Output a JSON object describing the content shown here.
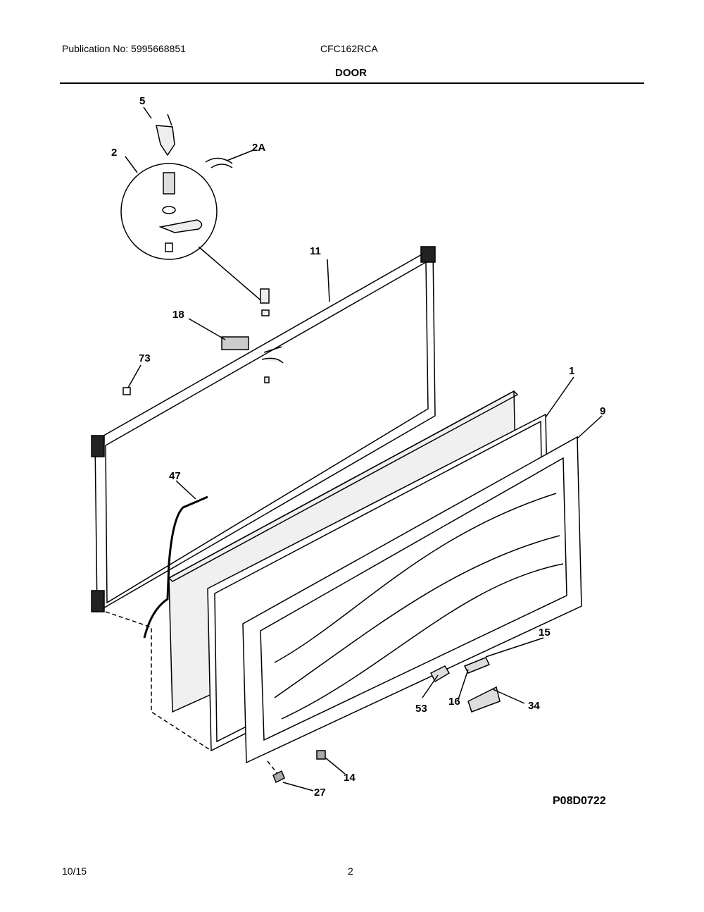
{
  "header": {
    "publication": "Publication No: 5995668851",
    "model": "CFC162RCA",
    "section_title": "DOOR"
  },
  "diagram": {
    "code": "P08D0722",
    "callouts": {
      "c5": "5",
      "c2": "2",
      "c2A": "2A",
      "c11": "11",
      "c18": "18",
      "c73": "73",
      "c1": "1",
      "c9": "9",
      "c47": "47",
      "c15": "15",
      "c53": "53",
      "c16": "16",
      "c34": "34",
      "c14": "14",
      "c27": "27"
    }
  },
  "footer": {
    "date": "10/15",
    "page": "2"
  }
}
